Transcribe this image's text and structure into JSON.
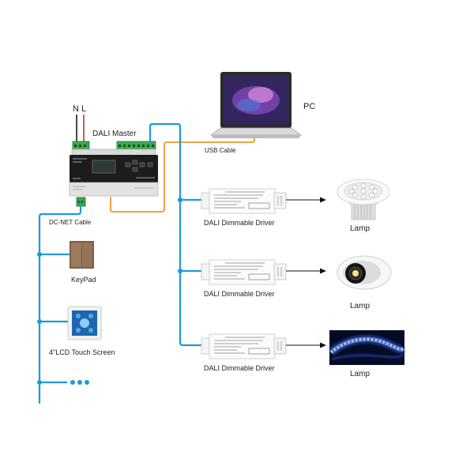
{
  "power_input": {
    "neutral_label": "N",
    "live_label": "L"
  },
  "master": {
    "label": "DALI Master"
  },
  "pc": {
    "label": "PC",
    "cable_label": "USB Cable"
  },
  "dc_net": {
    "cable_label": "DC-NET Cable",
    "devices": [
      {
        "label": "KeyPad"
      },
      {
        "label": "4\"LCD Touch Screen"
      }
    ]
  },
  "drivers": [
    {
      "label": "DALI Dimmable Driver",
      "lamp_label": "Lamp"
    },
    {
      "label": "DALI Dimmable Driver",
      "lamp_label": "Lamp"
    },
    {
      "label": "DALI Dimmable Driver",
      "lamp_label": "Lamp"
    }
  ],
  "colors": {
    "dali_bus": "#1b9bd7",
    "usb_cable": "#f2a33a",
    "live_wire": "#c0392b",
    "neutral_wire": "#1a1a1a"
  }
}
